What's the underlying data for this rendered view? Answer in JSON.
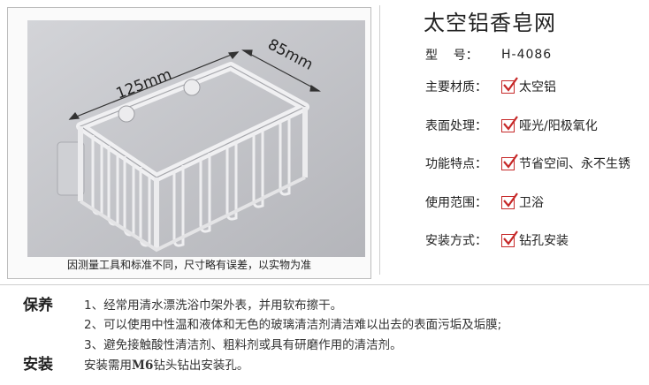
{
  "product": {
    "title": "太空铝香皂网",
    "dimension_width": "125mm",
    "dimension_depth": "85mm",
    "photo_caption": "因测量工具和标准不同，尺寸略有误差，以实物为准"
  },
  "specs": {
    "model": {
      "label": "型    号：",
      "value": "H-4086"
    },
    "rows": [
      {
        "label": "主要材质：",
        "value": "太空铝"
      },
      {
        "label": "表面处理：",
        "value": "哑光/阳极氧化"
      },
      {
        "label": "功能特点：",
        "value": "节省空间、永不生锈"
      },
      {
        "label": "使用范围：",
        "value": "卫浴"
      },
      {
        "label": "安装方式：",
        "value": "钻孔安装"
      }
    ]
  },
  "care": {
    "title": "保养",
    "lines": [
      "1、经常用清水漂洗浴巾架外表，并用软布擦干。",
      "2、可以使用中性温和液体和无色的玻璃清洁剂清洁难以出去的表面污垢及垢膜;",
      "3、避免接触酸性清洁剂、粗料剂或具有研磨作用的清洁剂。"
    ]
  },
  "install": {
    "title": "安装",
    "prefix": "安装需用",
    "bold": "M6",
    "suffix": "钻头钻出安装孔。"
  },
  "colors": {
    "check_red": "#c62828",
    "wall": "#c3c4c8",
    "metal": "#e9e9ec"
  }
}
